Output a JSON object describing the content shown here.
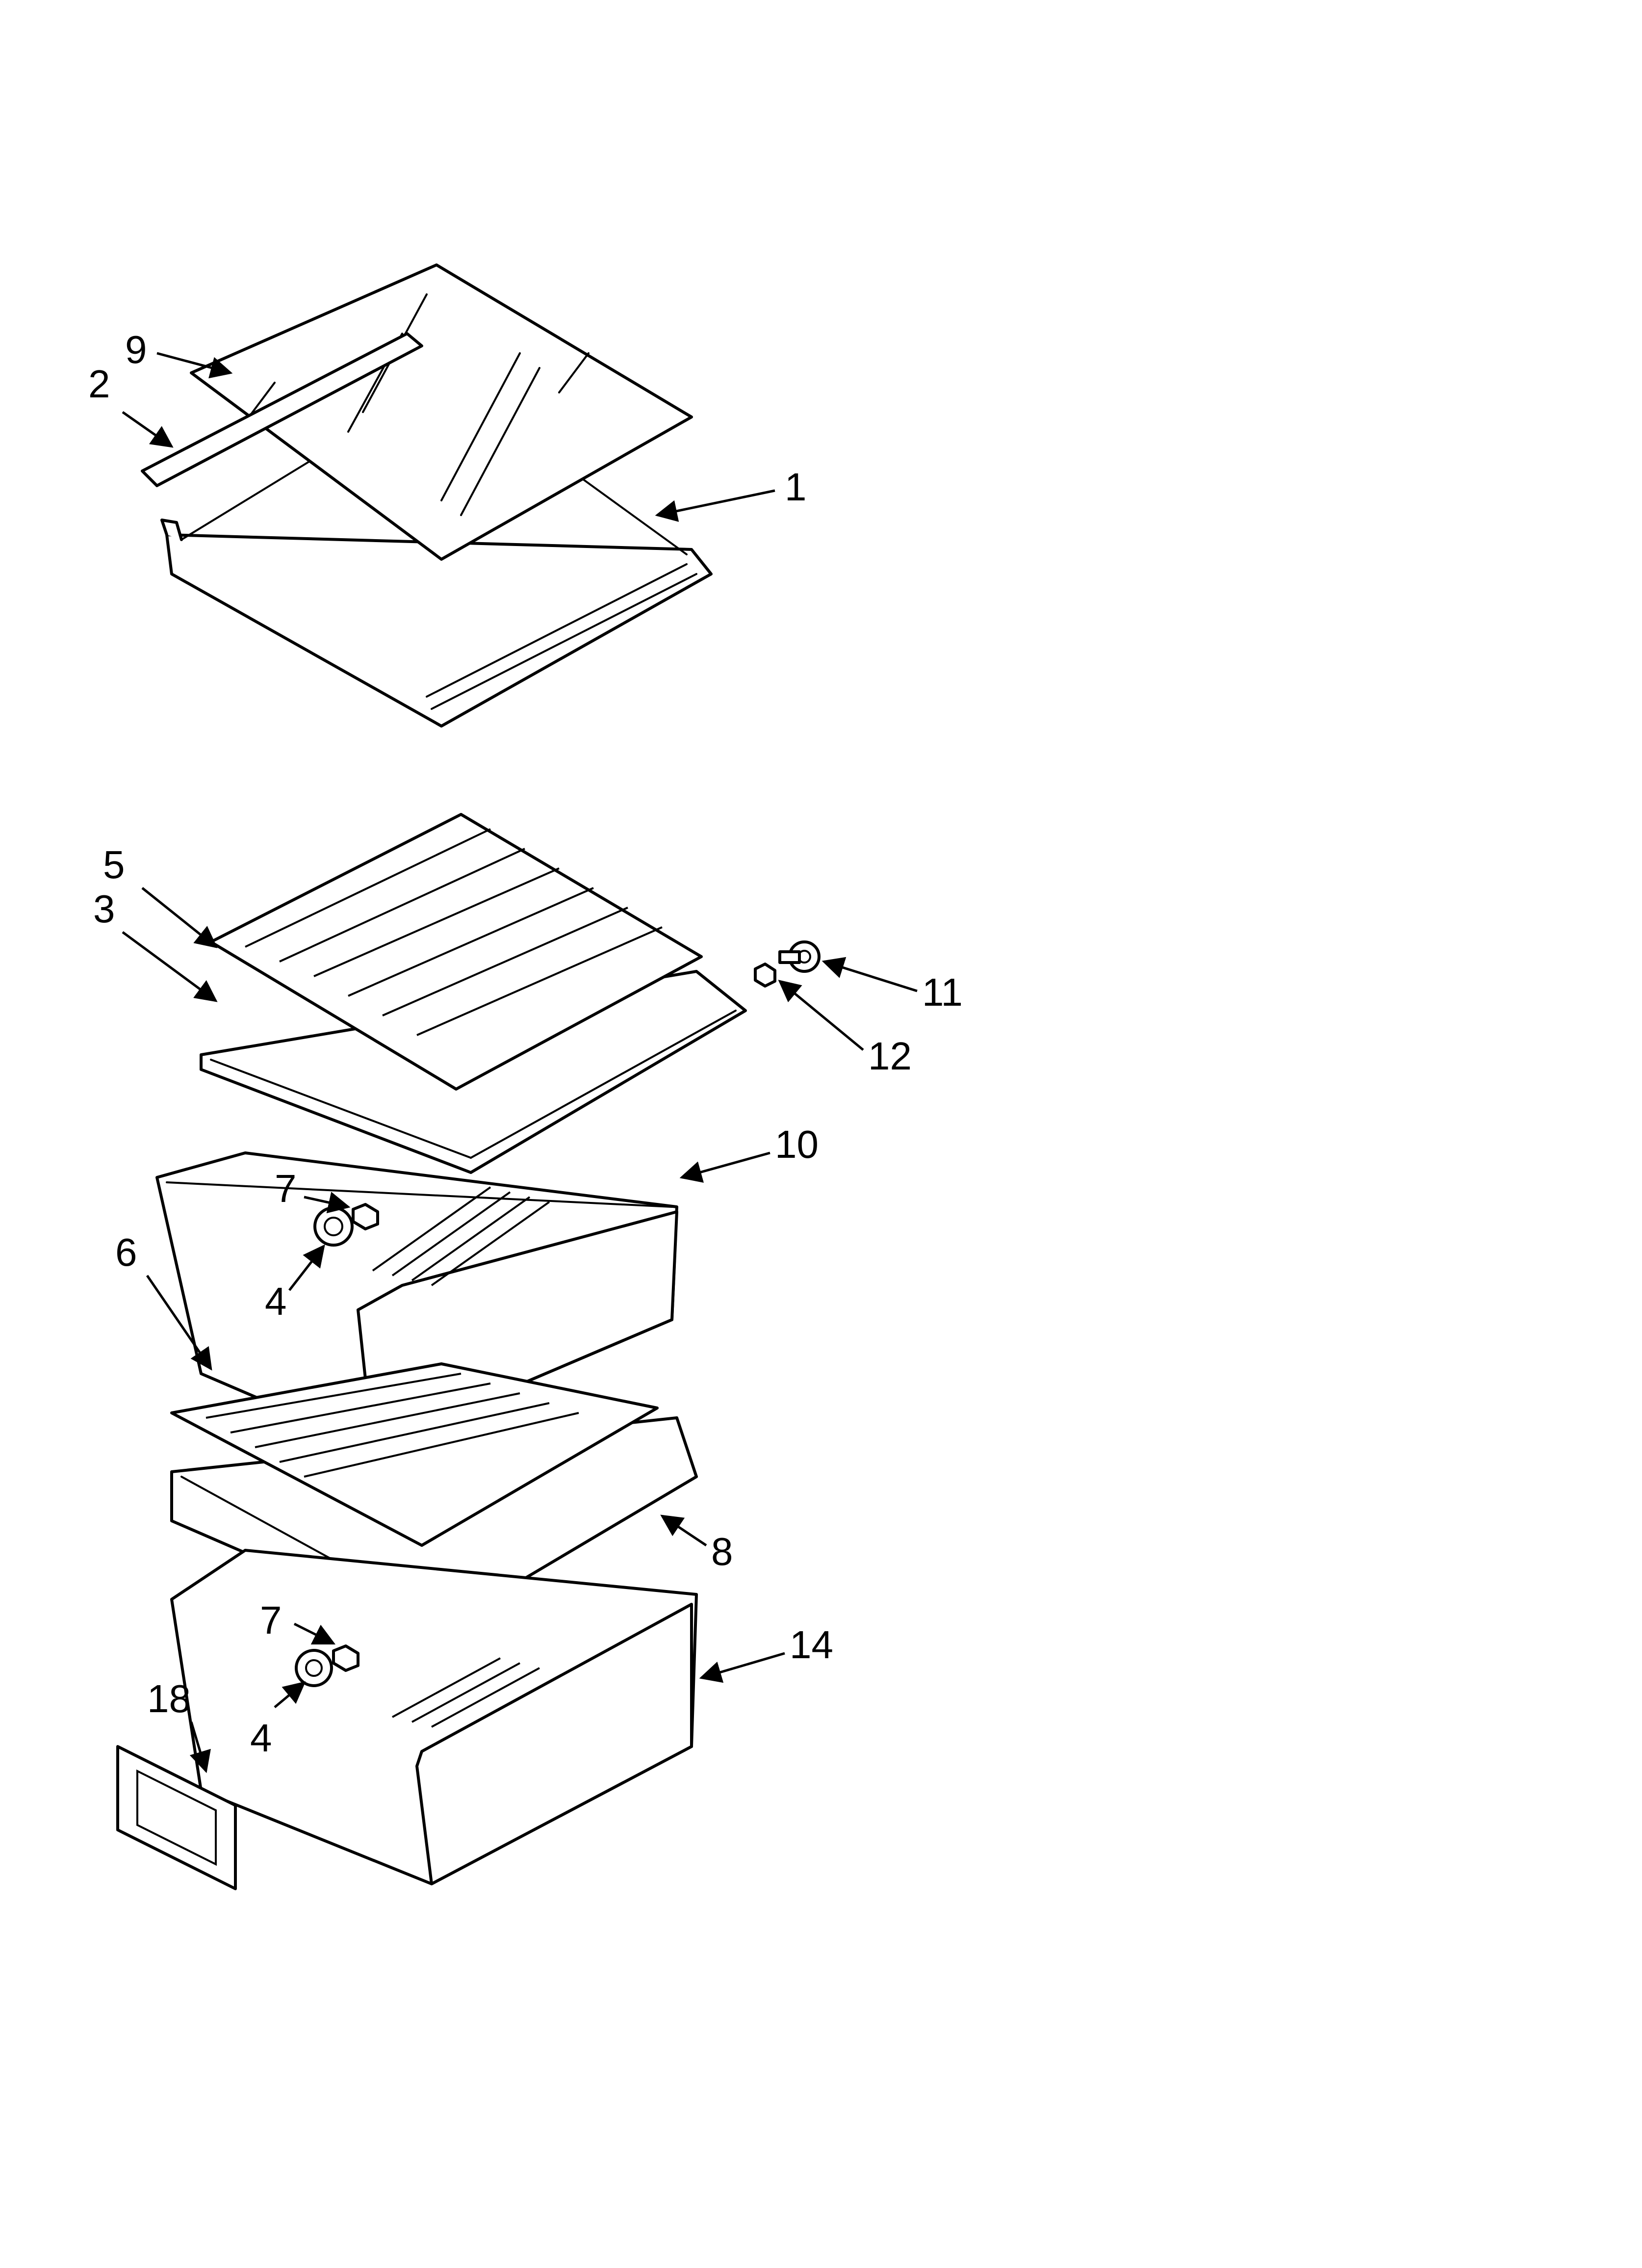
{
  "diagram": {
    "callouts": [
      {
        "id": "c9a",
        "label": "9"
      },
      {
        "id": "c2",
        "label": "2"
      },
      {
        "id": "c1",
        "label": "1"
      },
      {
        "id": "c5",
        "label": "5"
      },
      {
        "id": "c3",
        "label": "3"
      },
      {
        "id": "c11",
        "label": "11"
      },
      {
        "id": "c12",
        "label": "12"
      },
      {
        "id": "c10",
        "label": "10"
      },
      {
        "id": "c7a",
        "label": "7"
      },
      {
        "id": "c4a",
        "label": "4"
      },
      {
        "id": "c6",
        "label": "6"
      },
      {
        "id": "c8",
        "label": "8"
      },
      {
        "id": "c7b",
        "label": "7"
      },
      {
        "id": "c14",
        "label": "14"
      },
      {
        "id": "c18",
        "label": "18"
      },
      {
        "id": "c4b",
        "label": "4"
      }
    ]
  }
}
